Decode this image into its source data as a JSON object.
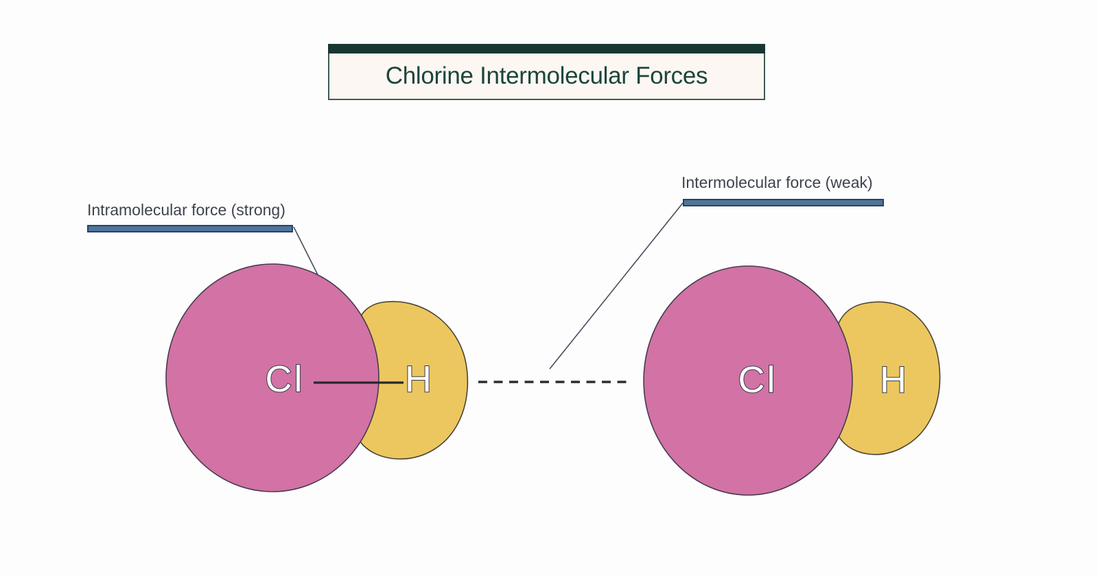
{
  "title": {
    "text": "Chlorine Intermolecular Forces"
  },
  "annotations": {
    "intramolecular": {
      "label": "Intramolecular force (strong)"
    },
    "intermolecular": {
      "label": "Intermolecular force (weak)"
    }
  },
  "molecules": {
    "left": {
      "chlorine": "Cl",
      "hydrogen": "H"
    },
    "right": {
      "chlorine": "Cl",
      "hydrogen": "H"
    }
  },
  "colors": {
    "chlorine_fill": "#d272a5",
    "hydrogen_fill": "#ecc75f",
    "title_bar": "#193630",
    "title_text": "#1c453c",
    "title_box_bg": "#fcf7f2",
    "annotation_underline": "#50759c",
    "annotation_text": "#3e434e",
    "bond_line": "#24282e"
  }
}
